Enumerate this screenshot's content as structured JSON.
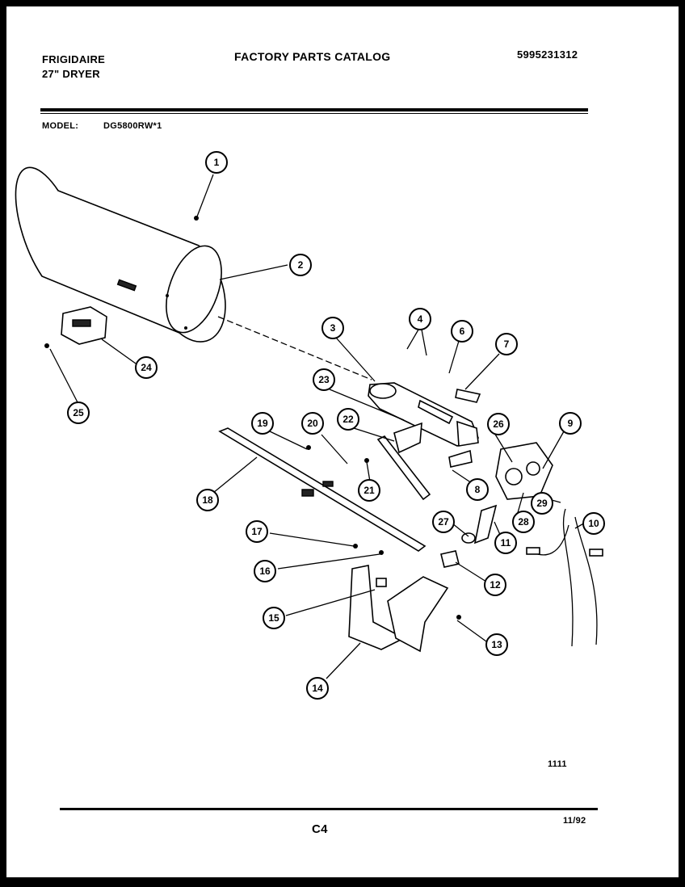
{
  "header": {
    "brand": "FRIGIDAIRE",
    "product": "27\" DRYER",
    "catalog_title": "FACTORY PARTS CATALOG",
    "catalog_number": "5995231312",
    "model_label": "MODEL:",
    "model_value": "DG5800RW*1"
  },
  "footer": {
    "reference_number": "1111",
    "page_id": "C4",
    "date_code": "11/92"
  },
  "callouts": [
    "1",
    "2",
    "3",
    "4",
    "6",
    "7",
    "23",
    "26",
    "9",
    "22",
    "19",
    "20",
    "21",
    "8",
    "18",
    "27",
    "11",
    "28",
    "29",
    "10",
    "17",
    "16",
    "12",
    "15",
    "13",
    "14",
    "24",
    "25"
  ]
}
